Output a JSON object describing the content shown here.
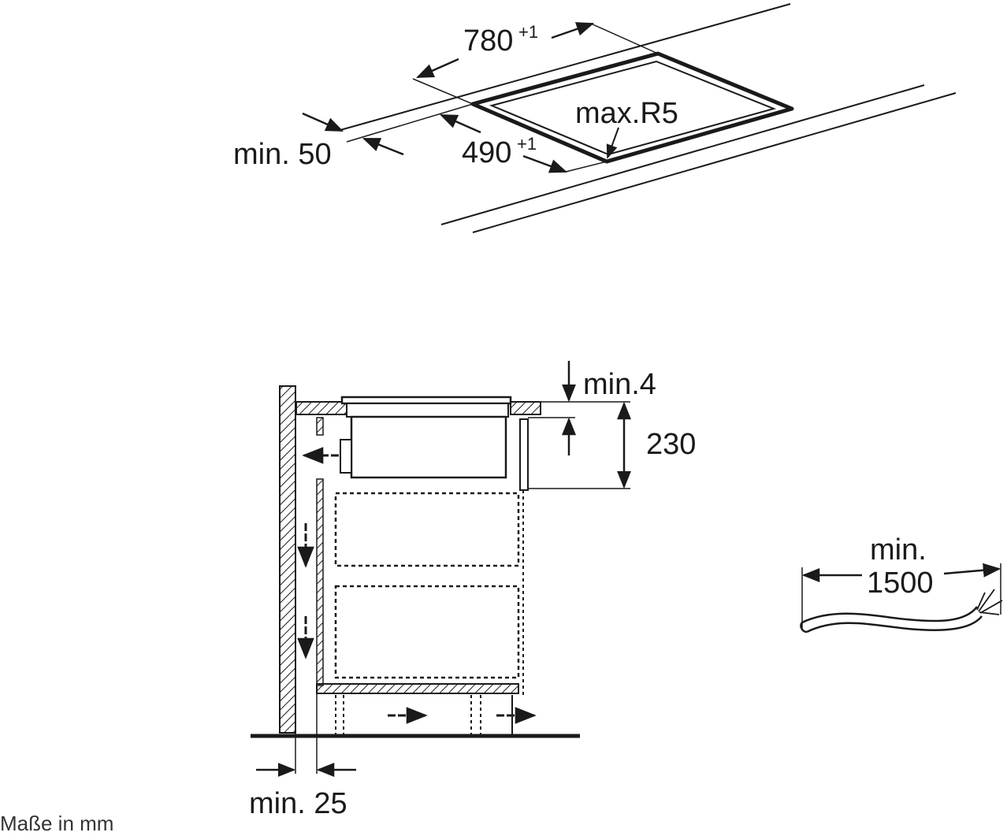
{
  "top_view": {
    "width_label": "780",
    "width_tolerance": "+1",
    "depth_label": "490",
    "depth_tolerance": "+1",
    "radius_label": "max.R5",
    "edge_distance_label": "min. 50"
  },
  "side_view": {
    "clearance_label": "min.4",
    "height_label": "230",
    "wall_gap_label": "min. 25"
  },
  "cable": {
    "length_label_line1": "min.",
    "length_label_line2": "1500"
  },
  "footnote": "Maße in mm",
  "colors": {
    "ink": "#1a1a1a",
    "background": "#ffffff"
  }
}
